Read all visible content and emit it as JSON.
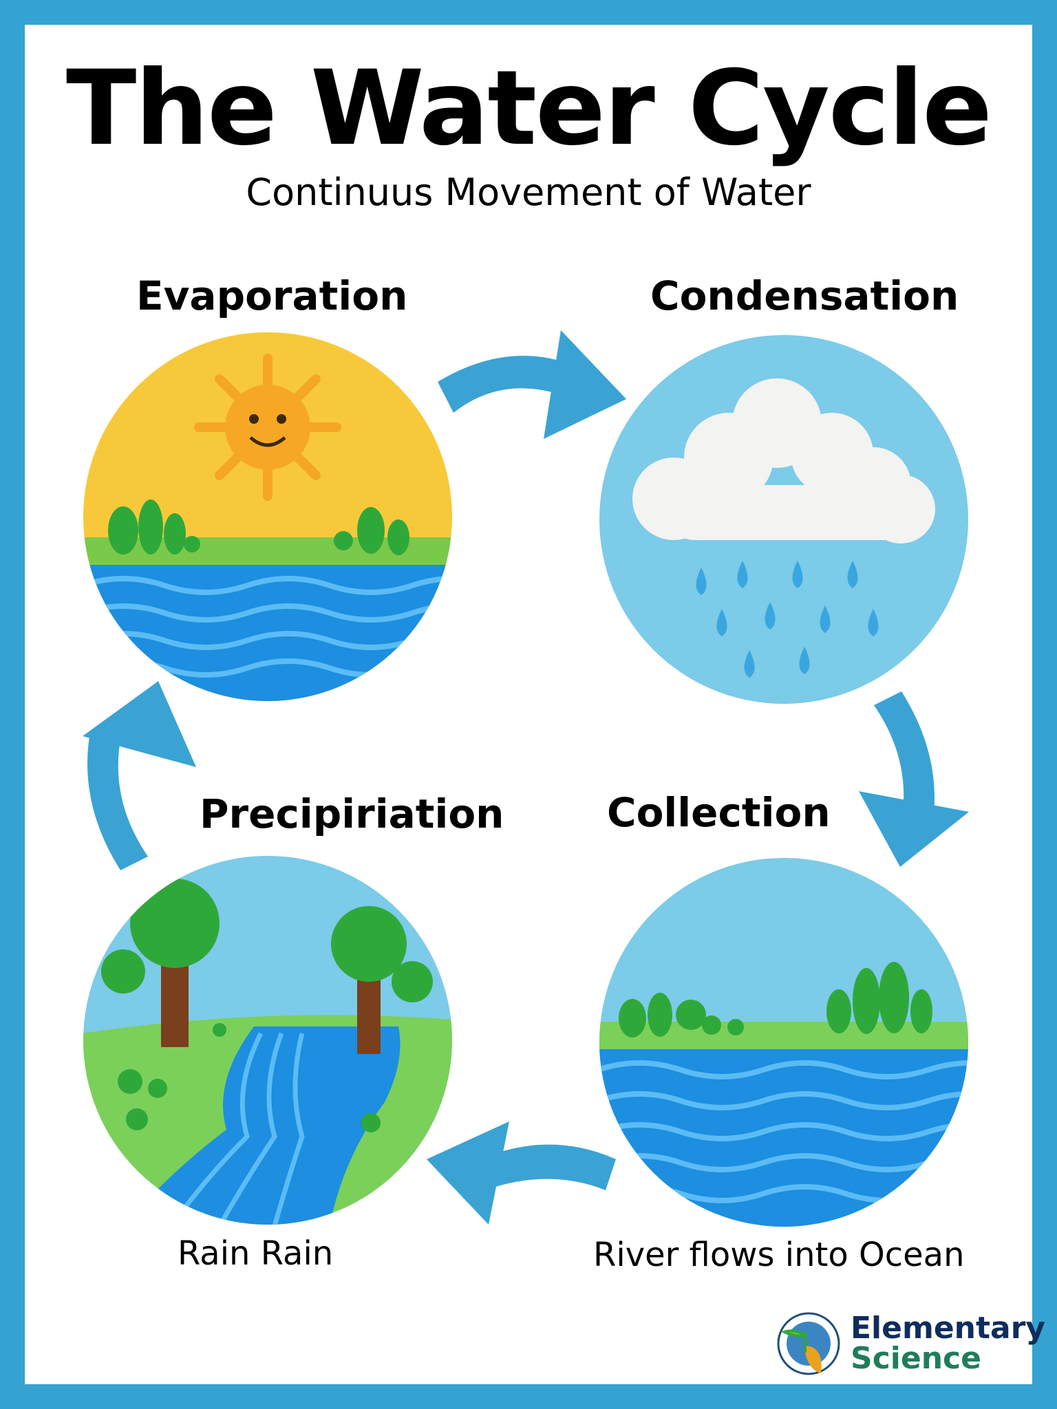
{
  "title": "The Water Cycle",
  "subtitle": "Continuus Movement of Water",
  "stages": [
    {
      "label": "Evaporation"
    },
    {
      "label": "Condensation"
    },
    {
      "label": "Precipiriation",
      "caption": "Rain Rain"
    },
    {
      "label": "Collection",
      "caption": "River flows into Ocean"
    }
  ],
  "logo": {
    "line1": "Elementary",
    "line2": "Science"
  },
  "colors": {
    "border": "#35a3d1",
    "arrow": "#3aa3d4",
    "logo_navy": "#0f2d5c",
    "logo_green": "#1f7d5a"
  }
}
